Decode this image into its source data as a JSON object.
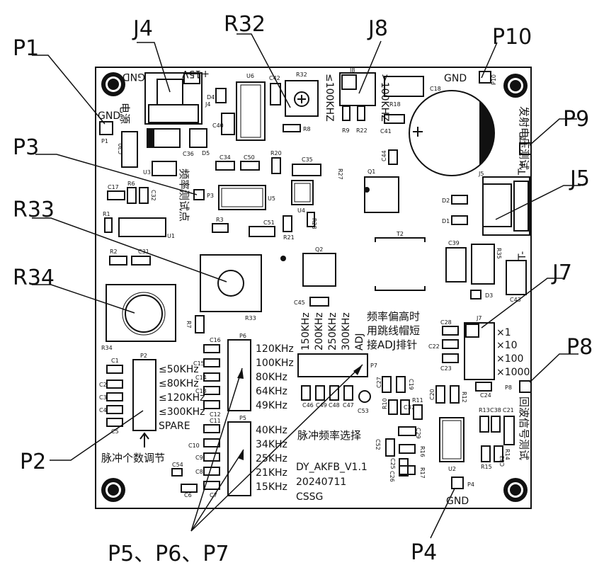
{
  "callouts": {
    "j4": "J4",
    "r32": "R32",
    "j8": "J8",
    "p10": "P10",
    "p1": "P1",
    "p3": "P3",
    "p9": "P9",
    "r33": "R33",
    "j5": "J5",
    "r34": "R34",
    "j7": "J7",
    "p8": "P8",
    "p2": "P2",
    "p567": "P5、P6、P7",
    "p4": "P4"
  },
  "board": {
    "gnd_top_left": "GND",
    "gnd_top_right": "GND",
    "gnd_bottom": "GND",
    "gnd_j4": "GND",
    "v15": "+15V",
    "power_cn": "电源",
    "freq_test_cn": "频率测试点",
    "emit_voltage_cn": "发射电压测试",
    "echo_test_cn": "回波信号测试",
    "tplus": "T+",
    "tminus": "T-",
    "le100": "≤100KHZ",
    "gt100": ">100KHZ",
    "p2_labels": [
      "≤50KHz",
      "≤80KHz",
      "≤120KHz",
      "≤300KHz",
      "SPARE"
    ],
    "p2_caption": "脉冲个数调节",
    "p6_labels": [
      "120KHz",
      "100KHz",
      "80KHz",
      "64KHz",
      "49KHz"
    ],
    "p5_labels": [
      "40KHz",
      "34KHz",
      "25KHz",
      "21KHz",
      "15KHz"
    ],
    "p5_caption": "脉冲频率选择",
    "p7_freqs": [
      "150KHz",
      "200KHz",
      "250KHz",
      "300KHz",
      "ADJ"
    ],
    "freq_note_lines": [
      "频率偏高时",
      "用跳线帽短",
      "接ADJ排针"
    ],
    "j7_labels": [
      "×1",
      "×10",
      "×100",
      "×1000"
    ],
    "version_lines": [
      "DY_AKFB_V1.1",
      "20240711",
      "CSSG"
    ],
    "designators": {
      "j4": "J4",
      "u6": "U6",
      "c42": "C42",
      "r32": "R32",
      "j8": "J8",
      "r18": "R18",
      "c18": "C18",
      "p10": "P10",
      "p1": "P1",
      "d4": "D4",
      "c40": "C40",
      "r9": "R9",
      "r22": "R22",
      "r8": "R8",
      "c41": "C41",
      "c30": "C30",
      "c36": "C36",
      "d5": "D5",
      "u3": "U3",
      "c34": "C34",
      "c50": "C50",
      "r20": "R20",
      "c35": "C35",
      "r27": "R27",
      "c44": "C44",
      "q1": "Q1",
      "p9": "P9",
      "c17": "C17",
      "r6": "R6",
      "c32": "C32",
      "p3": "P3",
      "u5": "U5",
      "u4": "U4",
      "r28": "R28",
      "j5": "J5",
      "d2": "D2",
      "d1": "D1",
      "r1": "R1",
      "r3": "R3",
      "u1": "U1",
      "c51": "C51",
      "r21": "R21",
      "t2": "T2",
      "r2": "R2",
      "c31": "C31",
      "q2": "Q2",
      "c39": "C39",
      "r35": "R35",
      "d3": "D3",
      "c43": "C43",
      "c45": "C45",
      "r33": "R33",
      "r7": "R7",
      "r34": "R34",
      "c28": "C28",
      "c22": "C22",
      "c23": "C23",
      "j7": "J7",
      "c24": "C24",
      "p8": "P8",
      "c16": "C16",
      "p6": "P6",
      "c15": "C15",
      "c14": "C14",
      "c13": "C13",
      "c12": "C12",
      "c1": "C1",
      "c2": "C2",
      "c3": "C3",
      "c4": "C4",
      "c5": "C5",
      "p2": "P2",
      "p7": "P7",
      "c27": "C27",
      "c19": "C19",
      "r11": "R11",
      "r10": "R10",
      "c37": "C37",
      "c20": "C20",
      "r12": "R12",
      "c46": "C46",
      "c49": "C49",
      "c48": "C48",
      "c47": "C47",
      "c53": "C53",
      "c11": "C11",
      "p5": "P5",
      "c10": "C10",
      "c9": "C9",
      "c8": "C8",
      "c7": "C7",
      "c6": "C6",
      "c54": "C54",
      "c29": "C29",
      "c52": "C52",
      "r16": "R16",
      "c25": "C25",
      "c26": "C26",
      "r17": "R17",
      "u2": "U2",
      "r13": "R13",
      "c38": "C38",
      "c21": "C21",
      "r14": "R14",
      "r15": "R15",
      "c33": "C33",
      "p4": "P4"
    }
  }
}
